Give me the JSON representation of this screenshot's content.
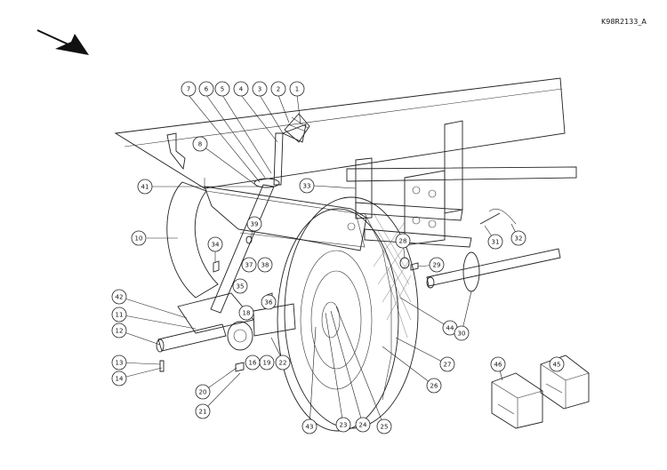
{
  "doc_id": "K98R2133_A",
  "icons": {
    "direction": "direction-arrow-icon"
  },
  "callouts": [
    {
      "n": "1"
    },
    {
      "n": "2"
    },
    {
      "n": "3"
    },
    {
      "n": "4"
    },
    {
      "n": "5"
    },
    {
      "n": "6"
    },
    {
      "n": "7"
    },
    {
      "n": "8"
    },
    {
      "n": "10"
    },
    {
      "n": "41"
    },
    {
      "n": "33"
    },
    {
      "n": "34"
    },
    {
      "n": "39"
    },
    {
      "n": "37"
    },
    {
      "n": "38"
    },
    {
      "n": "35"
    },
    {
      "n": "36"
    },
    {
      "n": "42"
    },
    {
      "n": "11"
    },
    {
      "n": "18"
    },
    {
      "n": "12"
    },
    {
      "n": "13"
    },
    {
      "n": "14"
    },
    {
      "n": "16"
    },
    {
      "n": "19"
    },
    {
      "n": "22"
    },
    {
      "n": "20"
    },
    {
      "n": "21"
    },
    {
      "n": "43"
    },
    {
      "n": "23"
    },
    {
      "n": "24"
    },
    {
      "n": "25"
    },
    {
      "n": "26"
    },
    {
      "n": "27"
    },
    {
      "n": "44"
    },
    {
      "n": "28"
    },
    {
      "n": "29"
    },
    {
      "n": "31"
    },
    {
      "n": "32"
    },
    {
      "n": "30"
    },
    {
      "n": "46"
    },
    {
      "n": "45"
    }
  ]
}
